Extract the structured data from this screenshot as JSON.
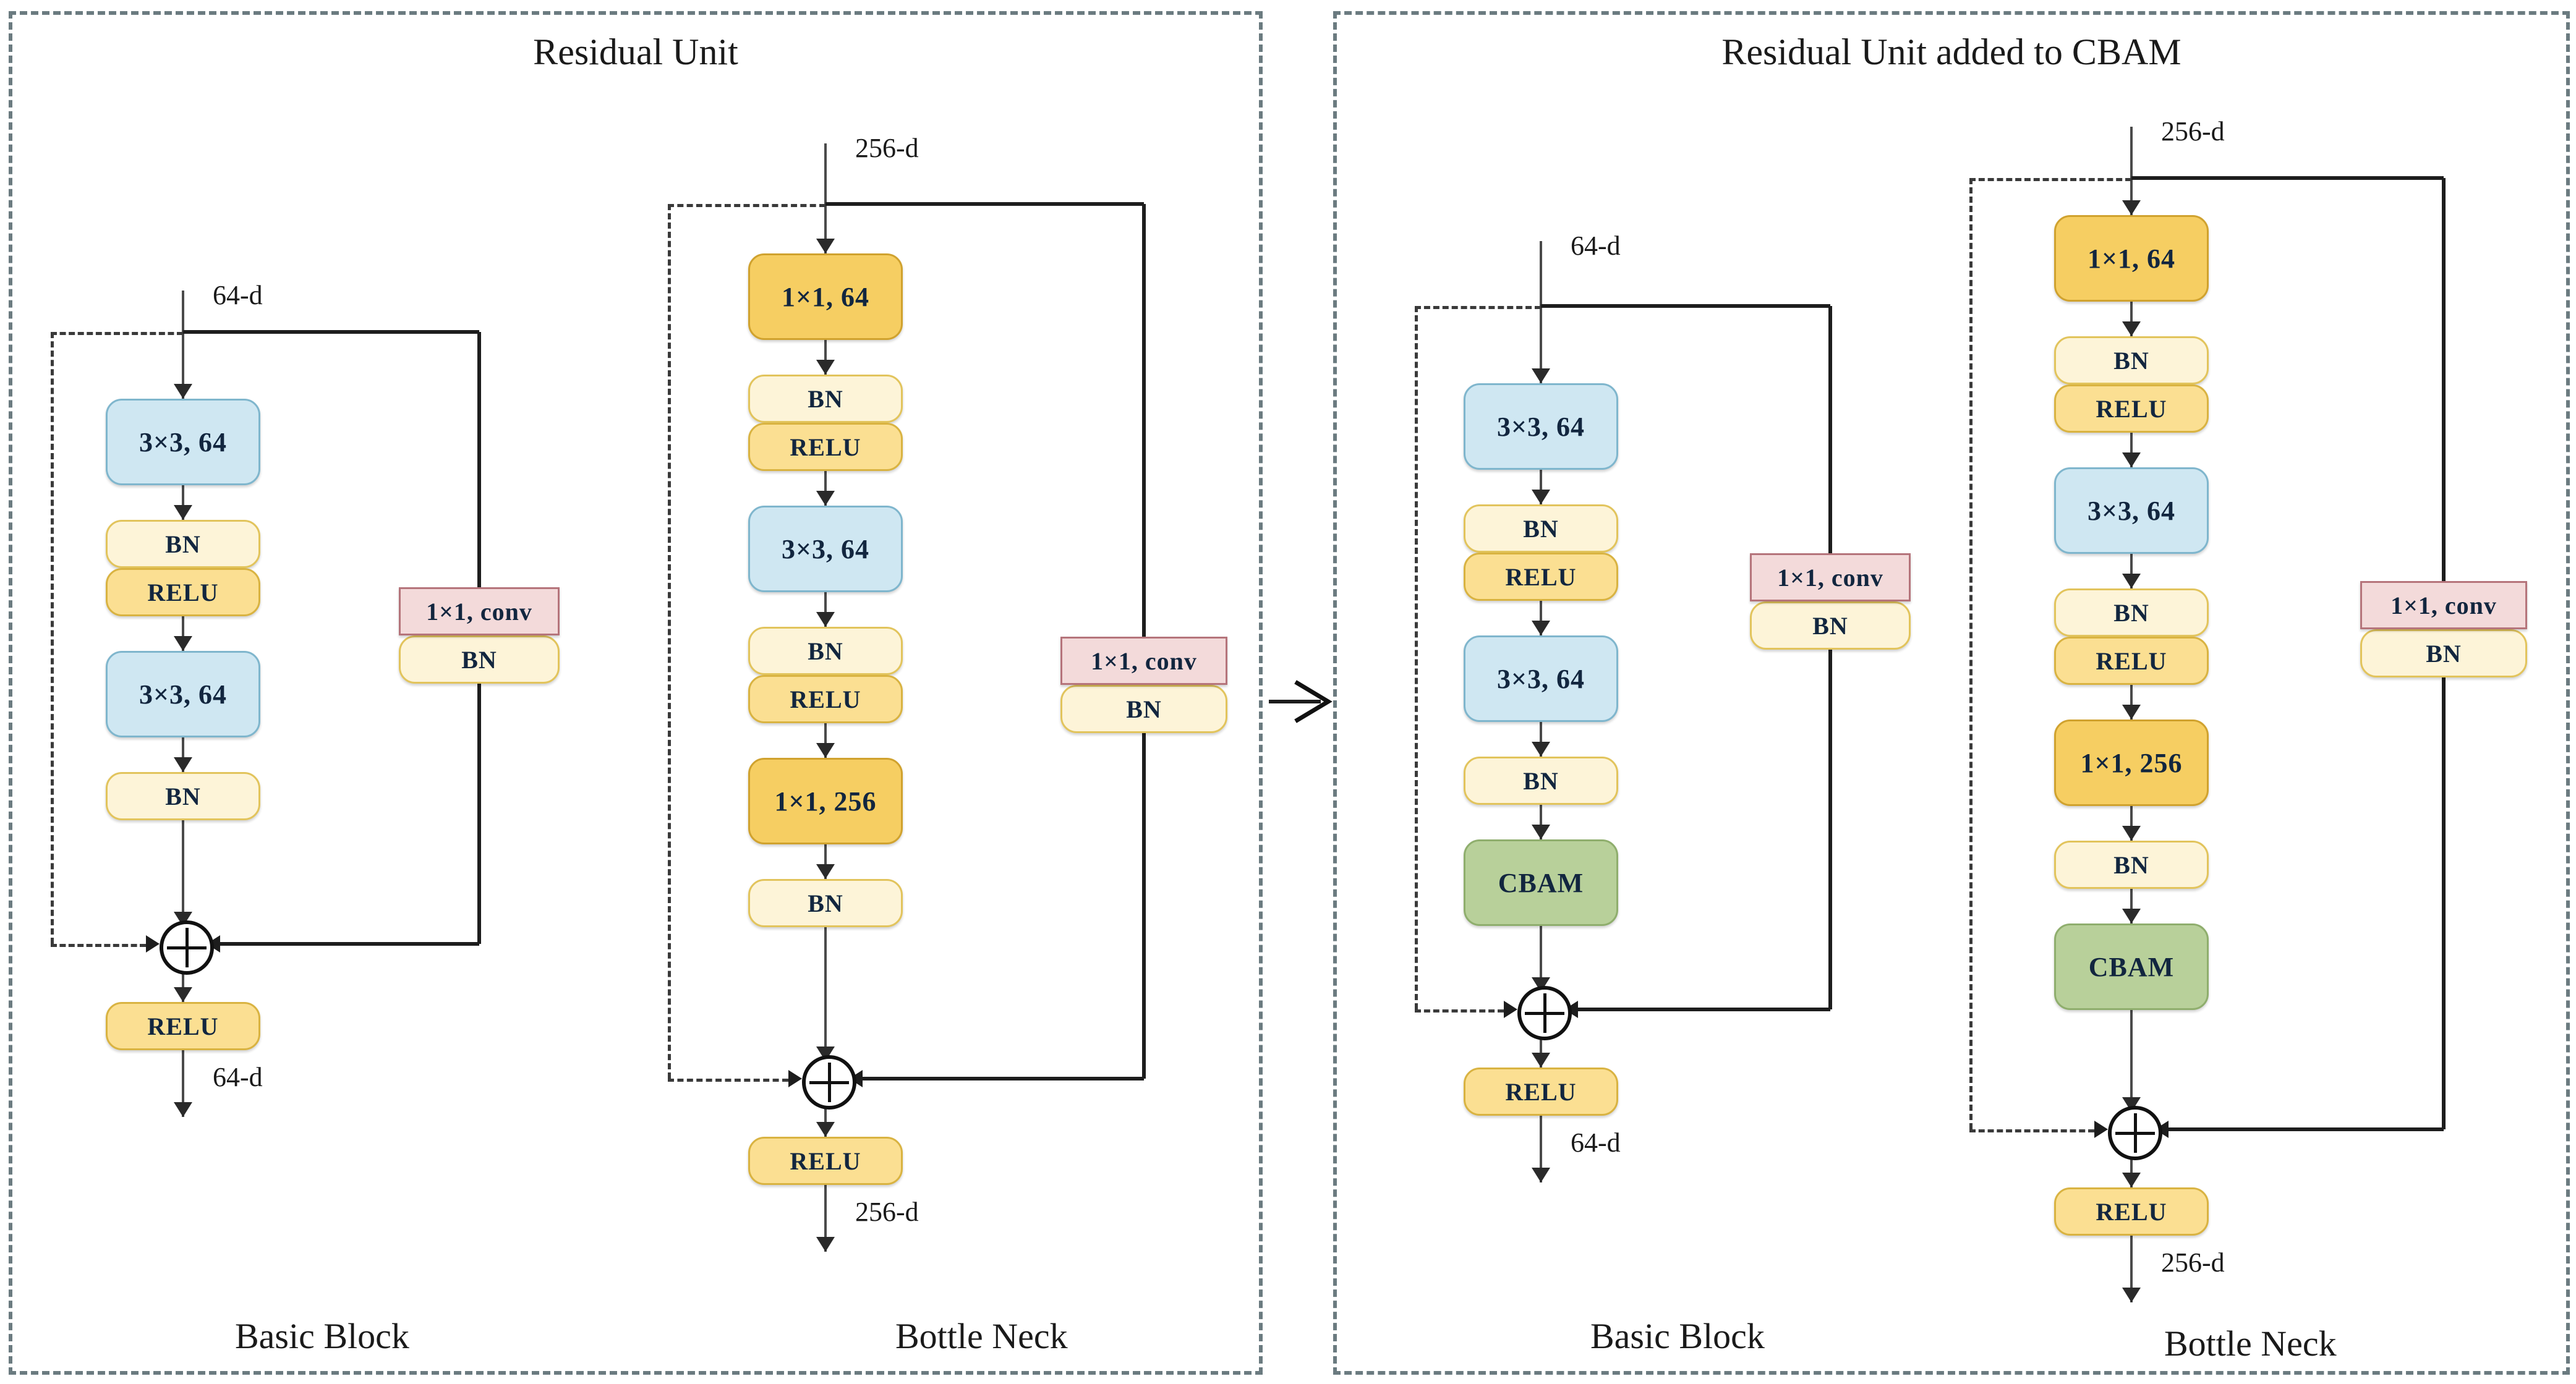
{
  "panels": [
    {
      "title": "Residual Unit",
      "columns": [
        {
          "name": "Basic Block",
          "caption": "Basic Block",
          "input_label": "64-d",
          "output_label": "64-d",
          "main_path": [
            {
              "label": "3×3, 64",
              "style": "blue"
            },
            {
              "label": "BN",
              "style": "pale"
            },
            {
              "label": "RELU",
              "style": "relu"
            },
            {
              "label": "3×3, 64",
              "style": "blue"
            },
            {
              "label": "BN",
              "style": "pale"
            }
          ],
          "after_sum": [
            {
              "label": "RELU",
              "style": "relu"
            }
          ],
          "shortcut": [
            {
              "label": "1×1, conv",
              "style": "pink"
            },
            {
              "label": "BN",
              "style": "pale"
            }
          ]
        },
        {
          "name": "Bottle Neck",
          "caption": "Bottle Neck",
          "input_label": "256-d",
          "output_label": "256-d",
          "main_path": [
            {
              "label": "1×1, 64",
              "style": "deep"
            },
            {
              "label": "BN",
              "style": "pale"
            },
            {
              "label": "RELU",
              "style": "relu"
            },
            {
              "label": "3×3, 64",
              "style": "blue"
            },
            {
              "label": "BN",
              "style": "pale"
            },
            {
              "label": "RELU",
              "style": "relu"
            },
            {
              "label": "1×1, 256",
              "style": "deep"
            },
            {
              "label": "BN",
              "style": "pale"
            }
          ],
          "after_sum": [
            {
              "label": "RELU",
              "style": "relu"
            }
          ],
          "shortcut": [
            {
              "label": "1×1, conv",
              "style": "pink"
            },
            {
              "label": "BN",
              "style": "pale"
            }
          ]
        }
      ]
    },
    {
      "title": "Residual Unit added to CBAM",
      "columns": [
        {
          "name": "Basic Block",
          "caption": "Basic Block",
          "input_label": "64-d",
          "output_label": "64-d",
          "main_path": [
            {
              "label": "3×3, 64",
              "style": "blue"
            },
            {
              "label": "BN",
              "style": "pale"
            },
            {
              "label": "RELU",
              "style": "relu"
            },
            {
              "label": "3×3, 64",
              "style": "blue"
            },
            {
              "label": "BN",
              "style": "pale"
            },
            {
              "label": "CBAM",
              "style": "green"
            }
          ],
          "after_sum": [
            {
              "label": "RELU",
              "style": "relu"
            }
          ],
          "shortcut": [
            {
              "label": "1×1, conv",
              "style": "pink"
            },
            {
              "label": "BN",
              "style": "pale"
            }
          ]
        },
        {
          "name": "Bottle Neck",
          "caption": "Bottle Neck",
          "input_label": "256-d",
          "output_label": "256-d",
          "main_path": [
            {
              "label": "1×1, 64",
              "style": "deep"
            },
            {
              "label": "BN",
              "style": "pale"
            },
            {
              "label": "RELU",
              "style": "relu"
            },
            {
              "label": "3×3, 64",
              "style": "blue"
            },
            {
              "label": "BN",
              "style": "pale"
            },
            {
              "label": "RELU",
              "style": "relu"
            },
            {
              "label": "1×1, 256",
              "style": "deep"
            },
            {
              "label": "BN",
              "style": "pale"
            },
            {
              "label": "CBAM",
              "style": "green"
            }
          ],
          "after_sum": [
            {
              "label": "RELU",
              "style": "relu"
            }
          ],
          "shortcut": [
            {
              "label": "1×1, conv",
              "style": "pink"
            },
            {
              "label": "BN",
              "style": "pale"
            }
          ]
        }
      ]
    }
  ],
  "transition_arrow": "right-arrow",
  "colors": {
    "conv3x3": "#cfe7f2",
    "conv1x1": "#f6ce62",
    "bn": "#fdf4d8",
    "relu": "#fbdf92",
    "cbam": "#b8d09a",
    "shortcut_conv": "#f3dada",
    "panel_border": "#6b7b80"
  }
}
